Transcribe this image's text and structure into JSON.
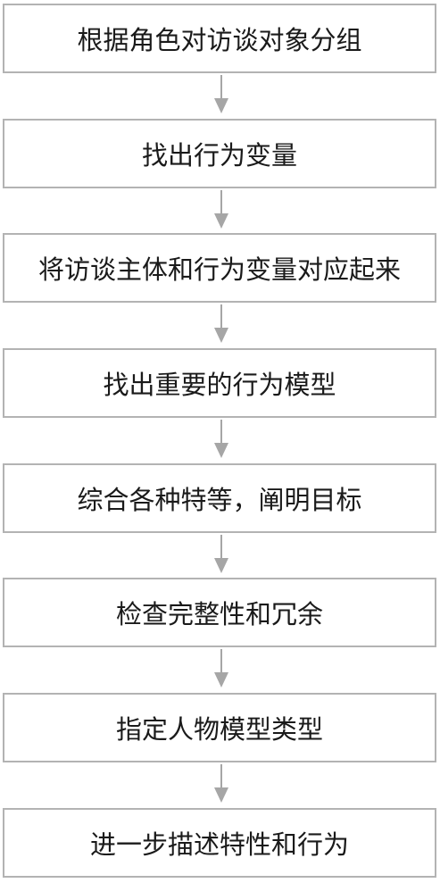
{
  "flow": {
    "steps": [
      {
        "label": "根据角色对访谈对象分组"
      },
      {
        "label": "找出行为变量"
      },
      {
        "label": "将访谈主体和行为变量对应起来"
      },
      {
        "label": "找出重要的行为模型"
      },
      {
        "label": "综合各种特等，阐明目标"
      },
      {
        "label": "检查完整性和冗余"
      },
      {
        "label": "指定人物模型类型"
      },
      {
        "label": "进一步描述特性和行为"
      }
    ],
    "colors": {
      "box_border": "#b3b3b3",
      "arrow": "#a6a6a6",
      "text": "#1a1a1a"
    }
  }
}
